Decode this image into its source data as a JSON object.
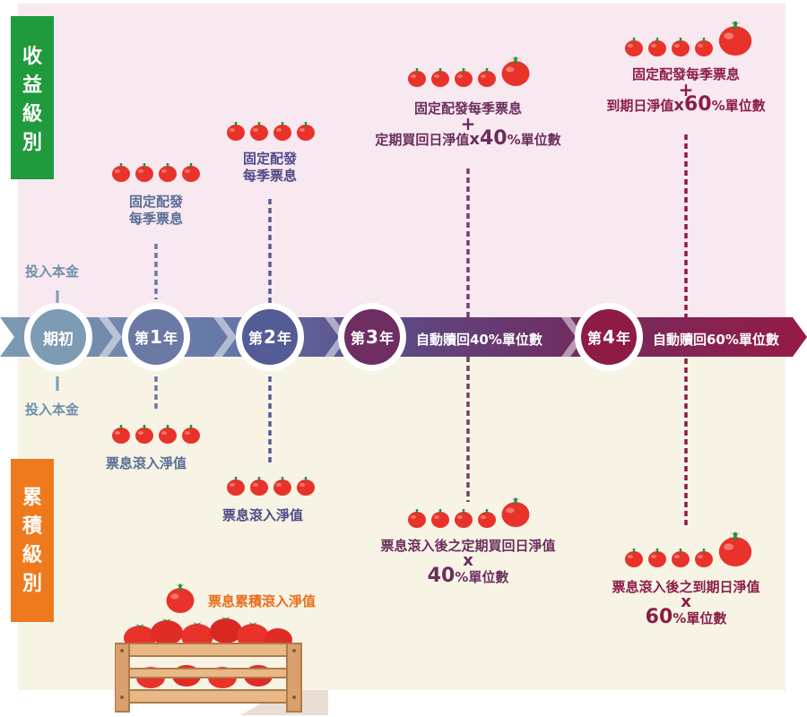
{
  "side_tabs": {
    "income": "收益級別",
    "accumulation": "累積級別"
  },
  "principal": {
    "top": "投入本金",
    "bottom": "投入本金"
  },
  "nodes": {
    "start": "期初",
    "y1_prefix": "第",
    "y1_num": "1",
    "y1_suffix": "年",
    "y2_prefix": "第",
    "y2_num": "2",
    "y2_suffix": "年",
    "y3_prefix": "第",
    "y3_num": "3",
    "y3_suffix": "年",
    "y4_prefix": "第",
    "y4_num": "4",
    "y4_suffix": "年"
  },
  "segments": {
    "after_y3": "自動贖回40%單位數",
    "after_y4": "自動贖回60%單位數"
  },
  "income": {
    "y1_line1": "固定配發",
    "y1_line2": "每季票息",
    "y2_line1": "固定配發",
    "y2_line2": "每季票息",
    "y3_line1": "固定配發每季票息",
    "y3_plus": "+",
    "y3_line2_a": "定期買回日淨值",
    "y3_line2_x": "x",
    "y3_line2_b": "40",
    "y3_line2_c": "%單位數",
    "y4_line1": "固定配發每季票息",
    "y4_plus": "+",
    "y4_line2_a": "到期日淨值",
    "y4_line2_x": "x",
    "y4_line2_b": "60",
    "y4_line2_c": "%單位數"
  },
  "accumulation": {
    "y1": "票息滾入淨值",
    "y2": "票息滾入淨值",
    "y3_line1": "票息滾入後之定期買回日淨值",
    "y3_x": "x",
    "y3_line2_a": "40",
    "y3_line2_b": "%單位數",
    "y4_line1": "票息滾入後之到期日淨值",
    "y4_x": "x",
    "y4_line2_a": "60",
    "y4_line2_b": "%單位數",
    "crate_label": "票息累積滾入淨值"
  },
  "colors": {
    "green_tab": "#1f9a3c",
    "orange_tab": "#ef7a1d",
    "start_node": "#7d9bb3",
    "y1_node": "#6a7aa4",
    "y2_node": "#545c96",
    "y3_node": "#6f2e62",
    "y4_node": "#8d1b45",
    "tomato": "#e8322a"
  }
}
